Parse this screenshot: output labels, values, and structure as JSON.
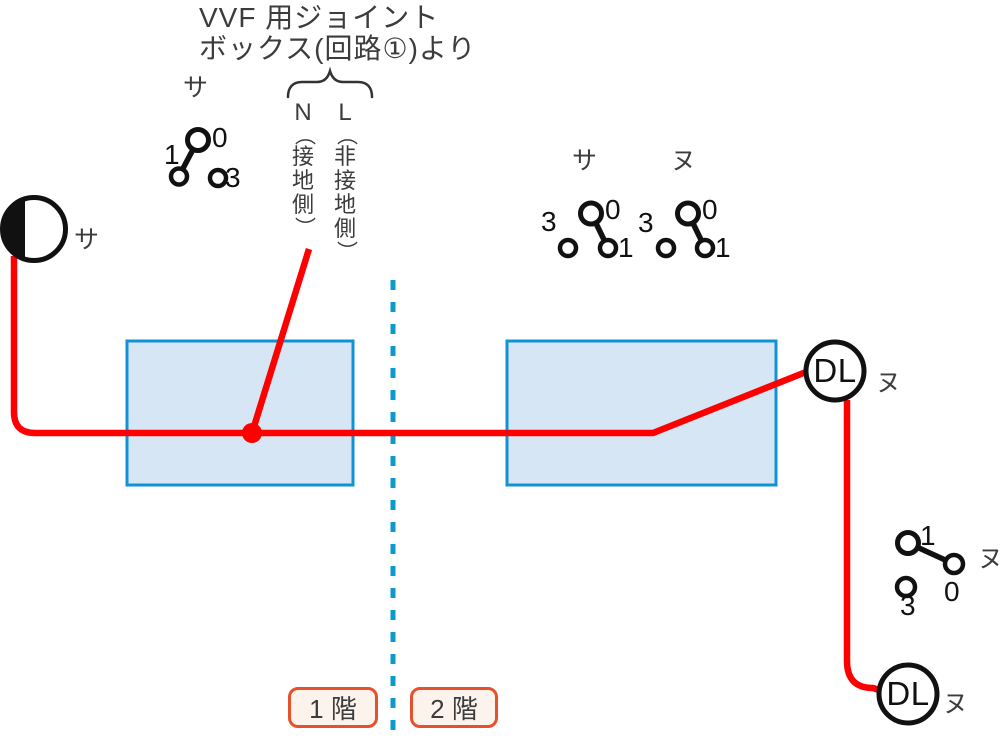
{
  "header": {
    "line1": "VVF 用ジョイント",
    "line2": "ボックス(回路①)より"
  },
  "source": {
    "n": {
      "head": "N",
      "chars": [
        "（",
        "接",
        "地",
        "側",
        "）"
      ]
    },
    "l": {
      "head": "L",
      "chars": [
        "（",
        "非",
        "接",
        "地",
        "側",
        "）"
      ]
    }
  },
  "lamp": {
    "label": "サ"
  },
  "switches": {
    "sw1f_sa": {
      "label": "サ",
      "t0": "0",
      "t1": "1",
      "t3": "3"
    },
    "sw2f_sa": {
      "label": "サ",
      "t0": "0",
      "t1": "1",
      "t3": "3"
    },
    "sw2f_nu": {
      "label": "ヌ",
      "t0": "0",
      "t1": "1",
      "t3": "3"
    },
    "sw2f_nu2": {
      "label": "ヌ",
      "t0": "0",
      "t1": "1",
      "t3": "3"
    }
  },
  "downlights": {
    "dl1": {
      "text": "DL",
      "label": "ヌ"
    },
    "dl2": {
      "text": "DL",
      "label": "ヌ"
    }
  },
  "floors": {
    "f1": "1 階",
    "f2": "2 階"
  },
  "colors": {
    "red": "#FF0000",
    "blue_border": "#1093D5",
    "blue_fill": "#D7E6F5",
    "dashed_blue": "#0C9ACE",
    "orange": "#E8502B",
    "label_bg": "#FCF3ED",
    "text": "#3C3C3C",
    "ink": "#111111"
  }
}
